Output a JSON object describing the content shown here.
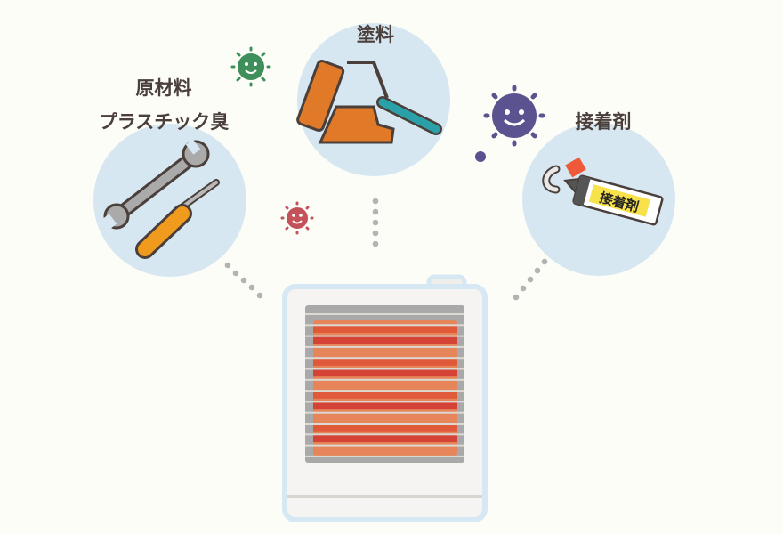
{
  "labels": {
    "raw_material": "原材料",
    "plastic_smell": "プラスチック臭",
    "paint": "塗料",
    "adhesive": "接着剤"
  },
  "adhesive_tube_text": "接着剤",
  "colors": {
    "background": "#fdfdf7",
    "circle": "#d6e7f1",
    "heater_outline": "#d5e8f3",
    "heater_body": "#f5f4f2",
    "grill": "#a9a9a9",
    "virus_green": "#3f8f5a",
    "virus_red": "#c4525a",
    "virus_purple": "#5b5390",
    "dots": "#b3b3b3"
  }
}
